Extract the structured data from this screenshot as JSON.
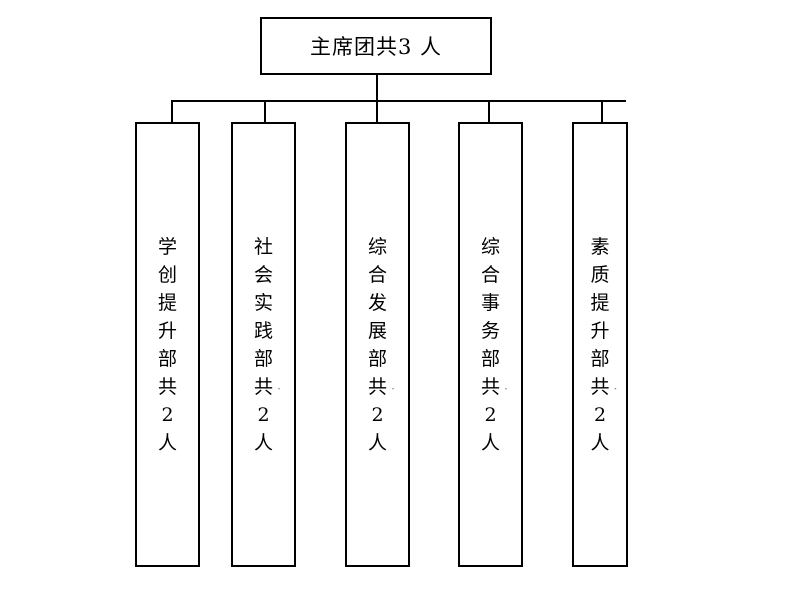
{
  "chart": {
    "type": "org-chart",
    "background_color": "#ffffff",
    "line_color": "#000000",
    "root": {
      "label": "主席团共3 人"
    },
    "departments": [
      {
        "label": "学创提升部共2人",
        "lines": [
          "学",
          "创",
          "提",
          "升",
          "部",
          "共",
          "2",
          "人"
        ]
      },
      {
        "label": "社会实践部共·2人",
        "lines": [
          "社",
          "会",
          "实",
          "践",
          "部",
          "共·",
          "2",
          "人"
        ]
      },
      {
        "label": "综合发展部共·2人",
        "lines": [
          "综",
          "合",
          "发",
          "展",
          "部",
          "共·",
          "2",
          "人"
        ]
      },
      {
        "label": "综合事务部共·2人",
        "lines": [
          "综",
          "合",
          "事",
          "务",
          "部",
          "共·",
          "2",
          "人"
        ]
      },
      {
        "label": "素质提升部共·2人",
        "lines": [
          "素",
          "质",
          "提",
          "升",
          "部",
          "共·",
          "2",
          "人"
        ]
      }
    ]
  }
}
